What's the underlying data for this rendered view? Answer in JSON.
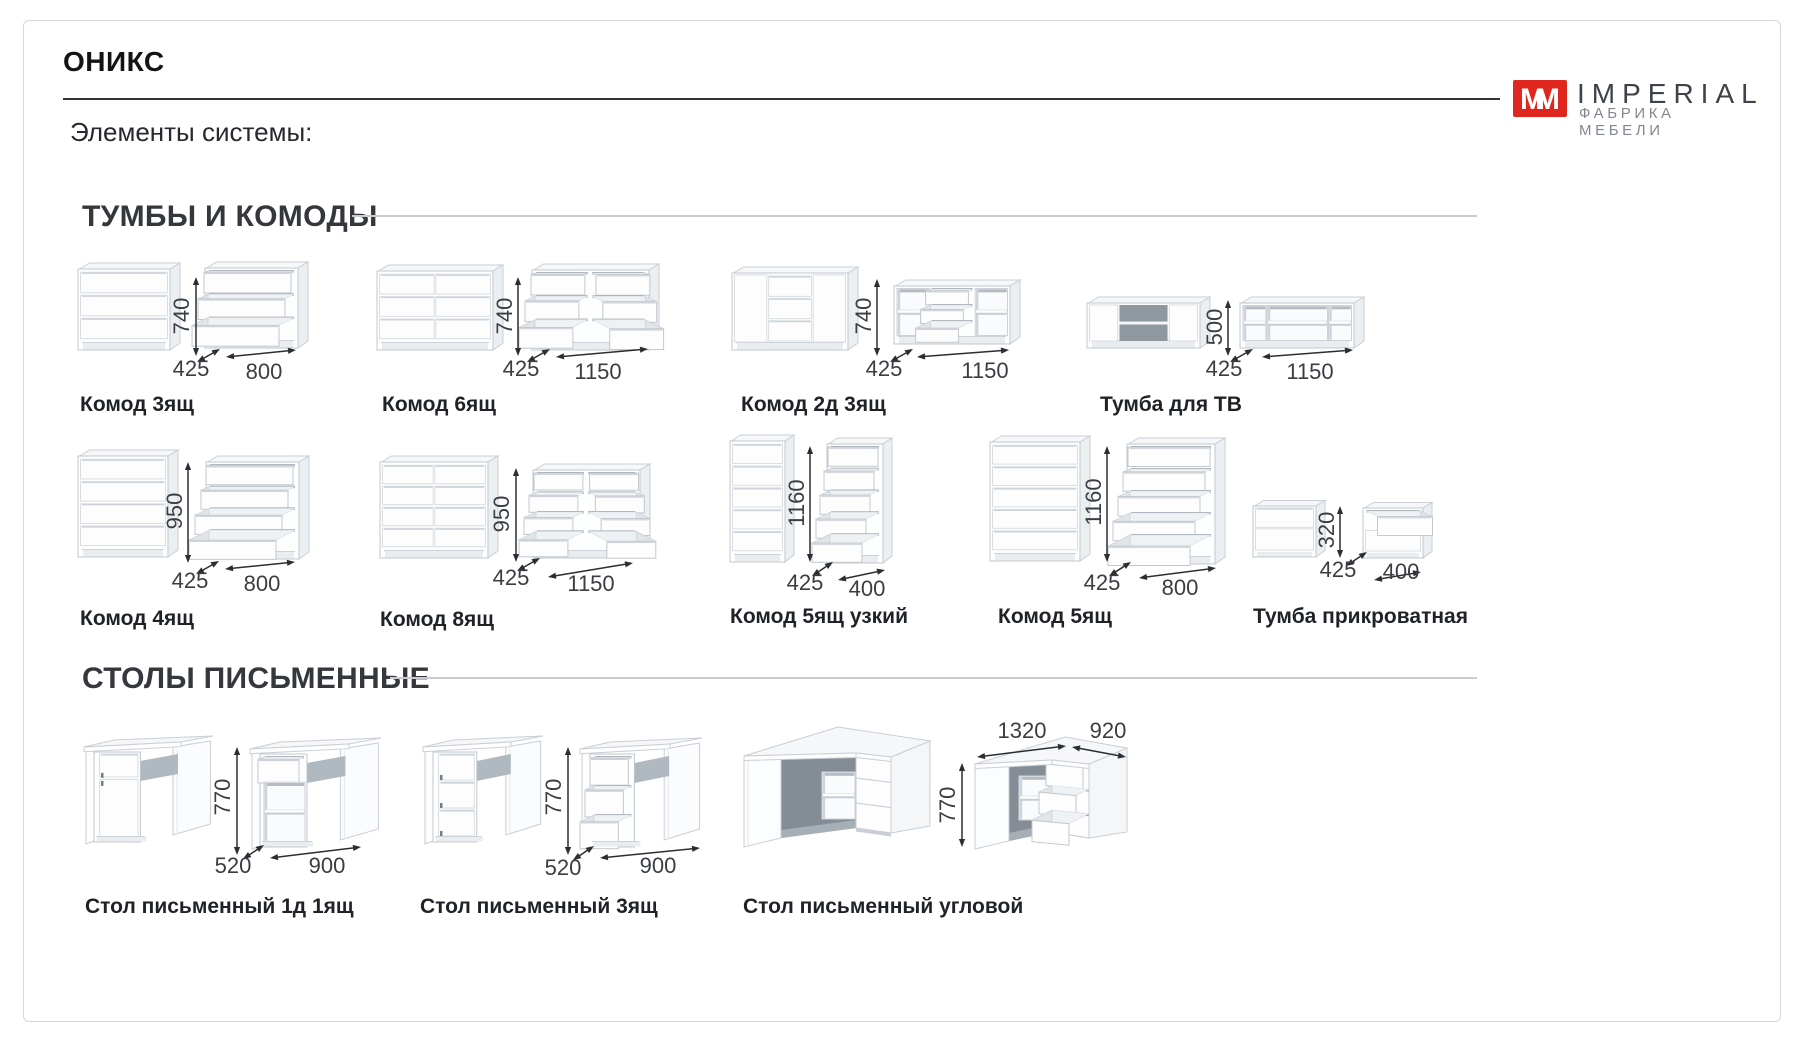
{
  "header": {
    "title": "ОНИКС",
    "subtitle": "Элементы системы:"
  },
  "logo": {
    "mark": "MM",
    "brand": "IMPERIAL",
    "tagline": "ФАБРИКА МЕБЕЛИ",
    "accent_color": "#e0271f"
  },
  "sections": [
    {
      "title": "ТУМБЫ И КОМОДЫ",
      "items": [
        {
          "name": "Комод 3ящ",
          "dims": {
            "h": "740",
            "d": "425",
            "w": "800"
          }
        },
        {
          "name": "Комод 6ящ",
          "dims": {
            "h": "740",
            "d": "425",
            "w": "1150"
          }
        },
        {
          "name": "Комод 2д 3ящ",
          "dims": {
            "h": "740",
            "d": "425",
            "w": "1150"
          }
        },
        {
          "name": "Тумба для ТВ",
          "dims": {
            "h": "500",
            "d": "425",
            "w": "1150"
          }
        },
        {
          "name": "Комод 4ящ",
          "dims": {
            "h": "950",
            "d": "425",
            "w": "800"
          }
        },
        {
          "name": "Комод 8ящ",
          "dims": {
            "h": "950",
            "d": "425",
            "w": "1150"
          }
        },
        {
          "name": "Комод 5ящ узкий",
          "dims": {
            "h": "1160",
            "d": "425",
            "w": "400"
          }
        },
        {
          "name": "Комод 5ящ",
          "dims": {
            "h": "1160",
            "d": "425",
            "w": "800"
          }
        },
        {
          "name": "Тумба прикроватная",
          "dims": {
            "h": "320",
            "d": "425",
            "w": "400"
          }
        }
      ]
    },
    {
      "title": "СТОЛЫ ПИСЬМЕННЫЕ",
      "items": [
        {
          "name": "Стол письменный 1д 1ящ",
          "dims": {
            "h": "770",
            "d": "520",
            "w": "900"
          }
        },
        {
          "name": "Стол письменный 3ящ",
          "dims": {
            "h": "770",
            "d": "520",
            "w": "900"
          }
        },
        {
          "name": "Стол письменный угловой",
          "dims": {
            "h": "770",
            "w1": "1320",
            "w2": "920"
          }
        }
      ]
    }
  ]
}
